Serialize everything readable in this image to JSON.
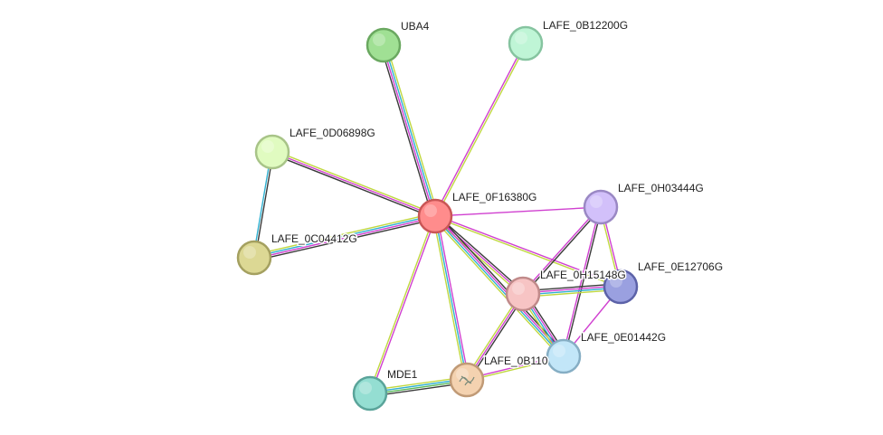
{
  "network": {
    "nodes": [
      {
        "id": "UBA4",
        "label": "UBA4",
        "color": "#a0e094",
        "stroke": "#6aa860"
      },
      {
        "id": "LAFE_0B12200G",
        "label": "LAFE_0B12200G",
        "color": "#bff5d6",
        "stroke": "#86c4a0"
      },
      {
        "id": "LAFE_0D06898G",
        "label": "LAFE_0D06898G",
        "color": "#e0fbc0",
        "stroke": "#a8c488"
      },
      {
        "id": "LAFE_0F16380G",
        "label": "LAFE_0F16380G",
        "color": "#ff8c8c",
        "stroke": "#c95656"
      },
      {
        "id": "LAFE_0H03444G",
        "label": "LAFE_0H03444G",
        "color": "#d2c0fa",
        "stroke": "#9a88c4"
      },
      {
        "id": "LAFE_0C04412G",
        "label": "LAFE_0C04412G",
        "color": "#dcd894",
        "stroke": "#a4a060"
      },
      {
        "id": "LAFE_0H15148G",
        "label": "LAFE_0H15148G",
        "color": "#f7c4c4",
        "stroke": "#c08a8a"
      },
      {
        "id": "LAFE_0E12706G",
        "label": "LAFE_0E12706G",
        "color": "#9aa0e0",
        "stroke": "#5c62a8"
      },
      {
        "id": "LAFE_0E01442G",
        "label": "LAFE_0E01442G",
        "color": "#c2e6f8",
        "stroke": "#86aec4"
      },
      {
        "id": "LAFE_0B110",
        "label": "LAFE_0B110",
        "color": "#f4d2b0",
        "stroke": "#c09a76"
      },
      {
        "id": "MDE1",
        "label": "MDE1",
        "color": "#94ded2",
        "stroke": "#5aa49a"
      }
    ],
    "edge_colors": {
      "black": "#3a3a3a",
      "magenta": "#d040d0",
      "cyan": "#30b0d0",
      "yellow": "#c0d840",
      "purple": "#7a4a8a",
      "green": "#58b858"
    },
    "edges": [
      {
        "a": "LAFE_0F16380G",
        "b": "UBA4",
        "types": [
          "black",
          "magenta",
          "cyan",
          "yellow"
        ]
      },
      {
        "a": "LAFE_0F16380G",
        "b": "LAFE_0B12200G",
        "types": [
          "magenta",
          "yellow"
        ]
      },
      {
        "a": "LAFE_0F16380G",
        "b": "LAFE_0D06898G",
        "types": [
          "black",
          "magenta",
          "yellow"
        ]
      },
      {
        "a": "LAFE_0F16380G",
        "b": "LAFE_0C04412G",
        "types": [
          "black",
          "magenta",
          "cyan",
          "yellow"
        ]
      },
      {
        "a": "LAFE_0F16380G",
        "b": "LAFE_0H03444G",
        "types": [
          "magenta"
        ]
      },
      {
        "a": "LAFE_0F16380G",
        "b": "LAFE_0H15148G",
        "types": [
          "black",
          "magenta",
          "yellow"
        ]
      },
      {
        "a": "LAFE_0F16380G",
        "b": "LAFE_0E12706G",
        "types": [
          "magenta",
          "yellow"
        ]
      },
      {
        "a": "LAFE_0F16380G",
        "b": "LAFE_0E01442G",
        "types": [
          "black",
          "magenta",
          "cyan",
          "yellow"
        ]
      },
      {
        "a": "LAFE_0F16380G",
        "b": "LAFE_0B110",
        "types": [
          "magenta",
          "cyan",
          "yellow"
        ]
      },
      {
        "a": "LAFE_0F16380G",
        "b": "MDE1",
        "types": [
          "magenta",
          "yellow"
        ]
      },
      {
        "a": "LAFE_0D06898G",
        "b": "LAFE_0C04412G",
        "types": [
          "black",
          "cyan"
        ]
      },
      {
        "a": "LAFE_0H03444G",
        "b": "LAFE_0H15148G",
        "types": [
          "black",
          "magenta"
        ]
      },
      {
        "a": "LAFE_0H03444G",
        "b": "LAFE_0E12706G",
        "types": [
          "magenta",
          "yellow"
        ]
      },
      {
        "a": "LAFE_0H03444G",
        "b": "LAFE_0E01442G",
        "types": [
          "black",
          "magenta"
        ]
      },
      {
        "a": "LAFE_0H15148G",
        "b": "LAFE_0E12706G",
        "types": [
          "black",
          "magenta",
          "cyan",
          "yellow"
        ]
      },
      {
        "a": "LAFE_0H15148G",
        "b": "LAFE_0E01442G",
        "types": [
          "black",
          "magenta",
          "cyan",
          "yellow"
        ]
      },
      {
        "a": "LAFE_0H15148G",
        "b": "LAFE_0B110",
        "types": [
          "black",
          "magenta",
          "yellow"
        ]
      },
      {
        "a": "LAFE_0E12706G",
        "b": "LAFE_0E01442G",
        "types": [
          "magenta"
        ]
      },
      {
        "a": "LAFE_0B110",
        "b": "LAFE_0E01442G",
        "types": [
          "magenta",
          "yellow"
        ]
      },
      {
        "a": "LAFE_0B110",
        "b": "MDE1",
        "types": [
          "black",
          "green",
          "cyan",
          "yellow"
        ]
      }
    ]
  }
}
